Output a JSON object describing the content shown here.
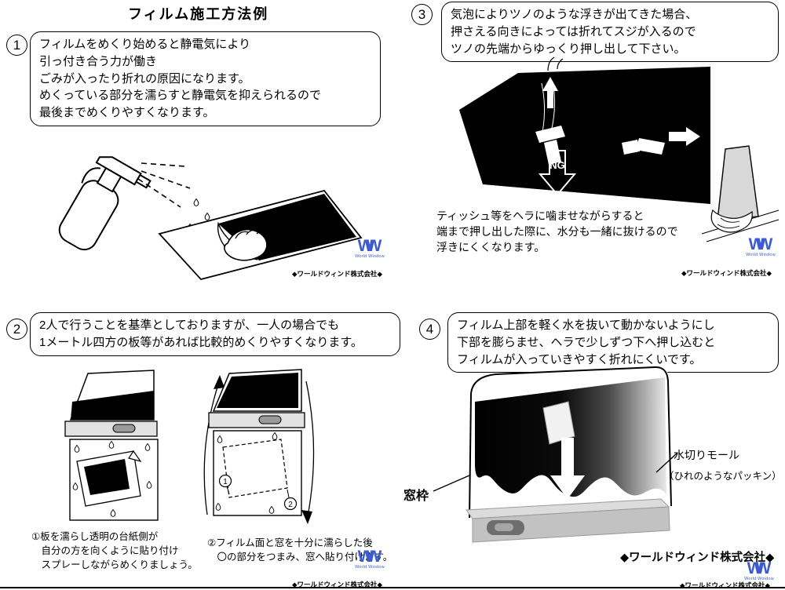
{
  "page": {
    "title": "フィルム施工方法例"
  },
  "brand": {
    "logo": "W",
    "logo_sub": "World Window",
    "company_small": "◆ワールドウィンド株式会社◆",
    "company_large": "◆ワールドウィンド株式会社◆"
  },
  "colors": {
    "logo_blue": "#3c5bd2",
    "ink": "#000000"
  },
  "steps": [
    {
      "number": "1",
      "text": "フィルムをめくり始めると静電気により\n引っ付き合う力が働き\nごみが入ったり折れの原因になります。\nめくっている部分を濡らすと静電気を抑えられるので\n最後までめくりやすくなります。"
    },
    {
      "number": "2",
      "text": "2人で行うことを基準としておりますが、一人の場合でも\n1メートル四方の板等があれば比較的めくりやすくなります。",
      "caption1": "①板を濡らし透明の台紙側が\n　自分の方を向くように貼り付け\n　スプレーしながらめくりましょう。",
      "caption2": "②フィルム面と窓を十分に濡らした後\n　〇の部分をつまみ、窓へ貼り付けます。",
      "marker1": "1",
      "marker2": "2"
    },
    {
      "number": "3",
      "text": "気泡によりツノのような浮きが出てきた場合、\n押さえる向きによっては折れてスジが入るので\nツノの先端からゆっくり押し出して下さい。",
      "caption": "ティッシュ等をヘラに噛ませながらすると\n端まで押し出した際に、水分も一緒に抜けるので\n浮きにくくなります。",
      "ng_label": "NG"
    },
    {
      "number": "4",
      "text": "フィルム上部を軽く水を抜いて動かないようにし\n下部を膨らませ、ヘラで少しずつ下へ押し込むと\nフィルムが入っていきやすく折れにくいです。",
      "label_window_frame": "窓枠",
      "label_drip_molding": "水切りモール",
      "label_drip_molding_sub": "（ひれのようなパッキン）"
    }
  ]
}
